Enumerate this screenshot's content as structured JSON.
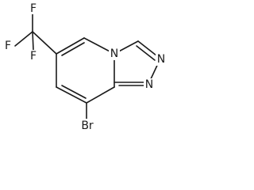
{
  "atoms": {
    "f_top": "F",
    "f_left": "F",
    "f_bottom": "F",
    "n_ring": "N",
    "n_right": "N",
    "n_bottom": "N",
    "br": "Br"
  }
}
